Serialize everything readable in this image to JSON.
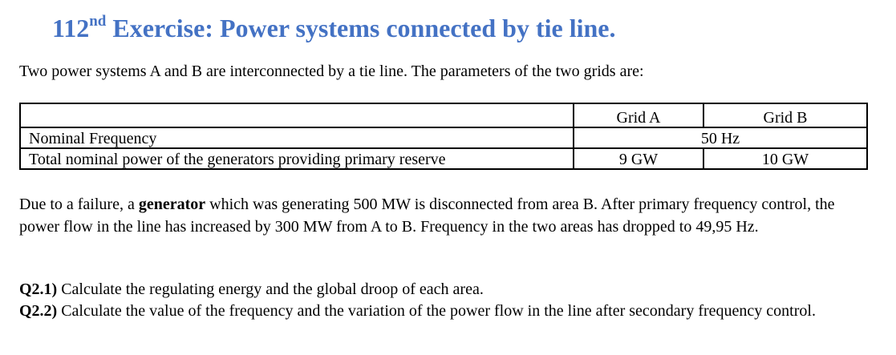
{
  "title": {
    "number": "112",
    "suffix": "nd",
    "text": " Exercise: Power systems connected by tie line."
  },
  "intro": "Two power systems A and B are interconnected by a tie line. The parameters of the two grids are:",
  "table": {
    "headers": [
      "",
      "Grid A",
      "Grid B"
    ],
    "rows": [
      {
        "label": "Nominal Frequency",
        "value": "50 Hz"
      },
      {
        "label": "Total nominal power of the generators providing primary reserve",
        "grid_a": "9 GW",
        "grid_b": "10 GW"
      }
    ]
  },
  "paragraph": {
    "before": "Due to a failure, a ",
    "bold": "generator",
    "after": " which was generating 500 MW is disconnected from area B. After primary frequency control, the power flow in the line has increased by 300 MW from A to B. Frequency in the two areas has dropped to 49,95 Hz."
  },
  "questions": [
    {
      "label": "Q2.1)",
      "text": " Calculate the regulating energy and the global droop of each area."
    },
    {
      "label": "Q2.2)",
      "text": " Calculate the value of the frequency and the variation of the power flow in the line after secondary frequency control."
    }
  ],
  "colors": {
    "title": "#4472c4",
    "text": "#000000"
  }
}
